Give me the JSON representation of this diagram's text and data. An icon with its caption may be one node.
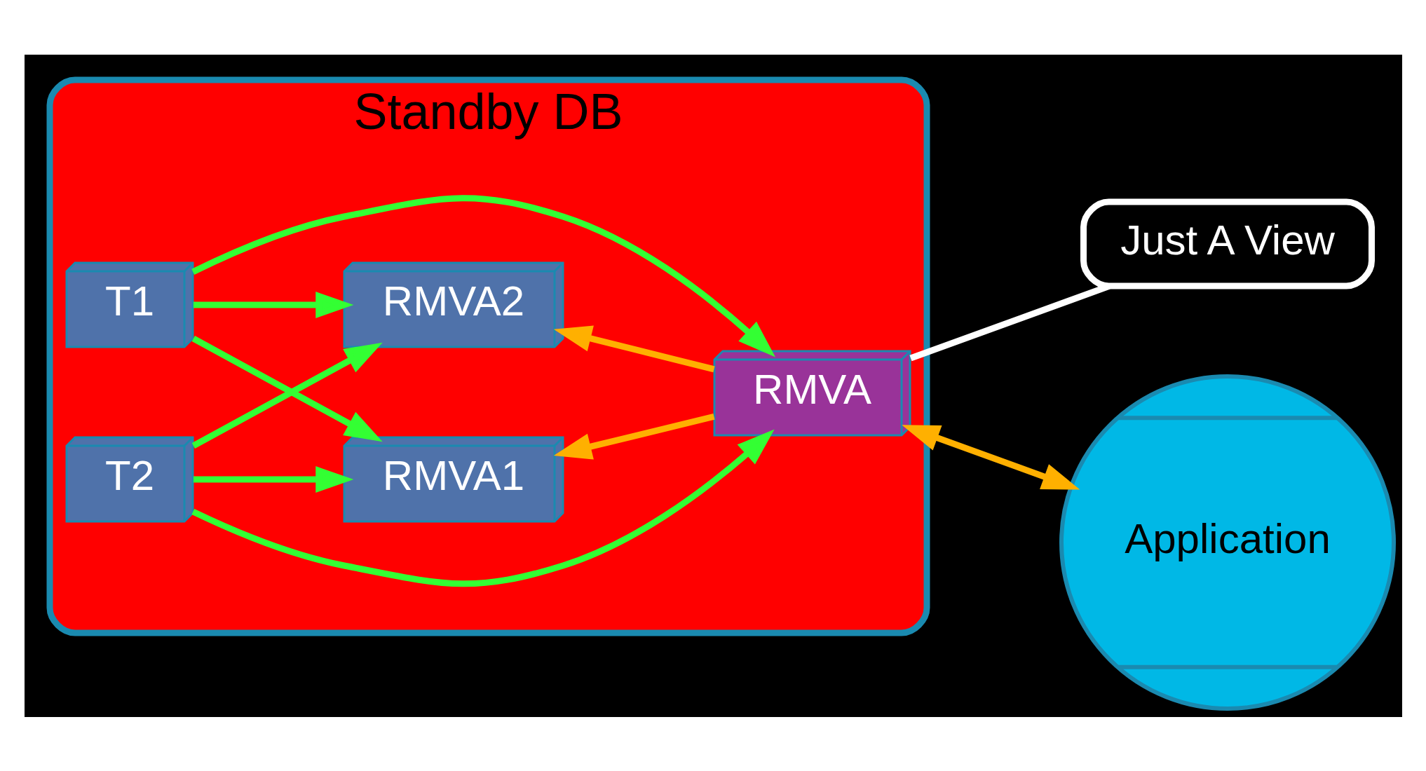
{
  "diagram": {
    "nodes": [
      {
        "text": [
          "Standby DB"
        ]
      },
      {
        "text": [
          "T1"
        ],
        "in": 0
      },
      {
        "text": [
          "T2"
        ],
        "in": 0
      },
      {
        "text": [
          "RMVA1"
        ],
        "in": 0
      },
      {
        "text": [
          "RMVA2"
        ],
        "in": 0
      },
      {
        "text": [
          "RMVA"
        ],
        "in": 0
      },
      {
        "text": [
          "Just A View"
        ]
      },
      {
        "text": [
          "Application"
        ]
      }
    ],
    "edges": [
      {
        "from": 1,
        "to": 3,
        "arrow": "to"
      },
      {
        "from": 1,
        "to": 4,
        "arrow": "to"
      },
      {
        "from": 1,
        "to": 5,
        "arrow": "to"
      },
      {
        "from": 2,
        "to": 3,
        "arrow": "to"
      },
      {
        "from": 2,
        "to": 4,
        "arrow": "to"
      },
      {
        "from": 2,
        "to": 5,
        "arrow": "to"
      },
      {
        "from": 5,
        "to": 3,
        "arrow": "to",
        "color": "#ffb000"
      },
      {
        "from": 5,
        "to": 4,
        "arrow": "to",
        "color": "#ffb000"
      },
      {
        "from": 5,
        "to": 7,
        "arrow": "both",
        "color": "#ffb000"
      },
      {
        "from": 6,
        "to": 5,
        "arrow": "none",
        "color": "#ffffff"
      }
    ]
  }
}
